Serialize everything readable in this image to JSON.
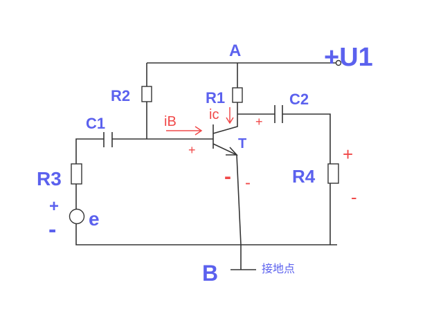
{
  "labels": {
    "node_a": "A",
    "node_b": "B",
    "supply": "+U1",
    "r1": "R1",
    "r2": "R2",
    "r3": "R3",
    "r4": "R4",
    "c1": "C1",
    "c2": "C2",
    "transistor": "T",
    "source": "e",
    "source_plus": "+",
    "source_minus": "-",
    "ground": "接地点"
  },
  "annotations": {
    "base_current": "iB",
    "collector_current": "ic",
    "c2_plus": "+",
    "base_plus": "+",
    "emitter_minus_1": "-",
    "emitter_minus_2": "-",
    "r4_plus": "+",
    "r4_minus": "-"
  },
  "colors": {
    "label": "#5b61ee",
    "annotation": "#f04848",
    "wire": "#333333"
  }
}
